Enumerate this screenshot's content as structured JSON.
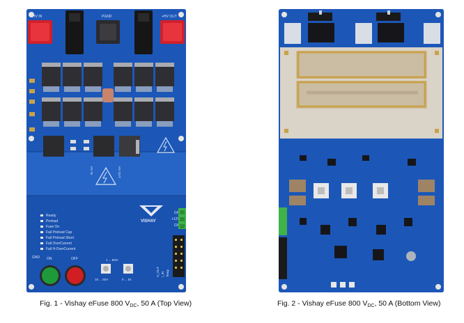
{
  "figures": [
    {
      "caption_prefix": "Fig. 1 - Vishay eFuse 800 V",
      "caption_sub": "DC",
      "caption_suffix": ", 50 A (Top View)",
      "silkscreen": {
        "hv_in": "+HV IN",
        "pgnd": "PGND",
        "hv_out": "+HV OUT",
        "hv_in_small": "HV IN",
        "hv_out_small": "HV OUT",
        "brand": "VISHAY",
        "status_labels": [
          "Ready",
          "Preload",
          "Fuse On",
          "Fail Preload Cap",
          "Fail Preload Short",
          "Fail OverCurrent",
          "Fail H-OverCurrent"
        ],
        "conn_labels": [
          "GND",
          "+12V",
          "GND"
        ],
        "gnd": "GND",
        "on": "ON",
        "off": "OFF",
        "range_label": "10 ... 50A",
        "range_top": "1 ... 80m",
        "range_label_2": "0 ... 5s",
        "vert_label_1": "V_OUT",
        "vert_label_2": "I_IN",
        "vert_label_3": "Temp"
      },
      "colors": {
        "board": "#1c57b8",
        "terminal_red": "#d0202a",
        "button_green": "#1f9a3a",
        "button_red": "#d01e22",
        "connector_green": "#3fb24a"
      }
    },
    {
      "caption_prefix": "Fig. 2 - Vishay eFuse 800 V",
      "caption_sub": "DC",
      "caption_suffix": ", 50 A (Bottom View)",
      "colors": {
        "board": "#1c57b8",
        "heatsink_plate": "#d9d3c8",
        "copper_trace": "#c9a24a"
      }
    }
  ]
}
